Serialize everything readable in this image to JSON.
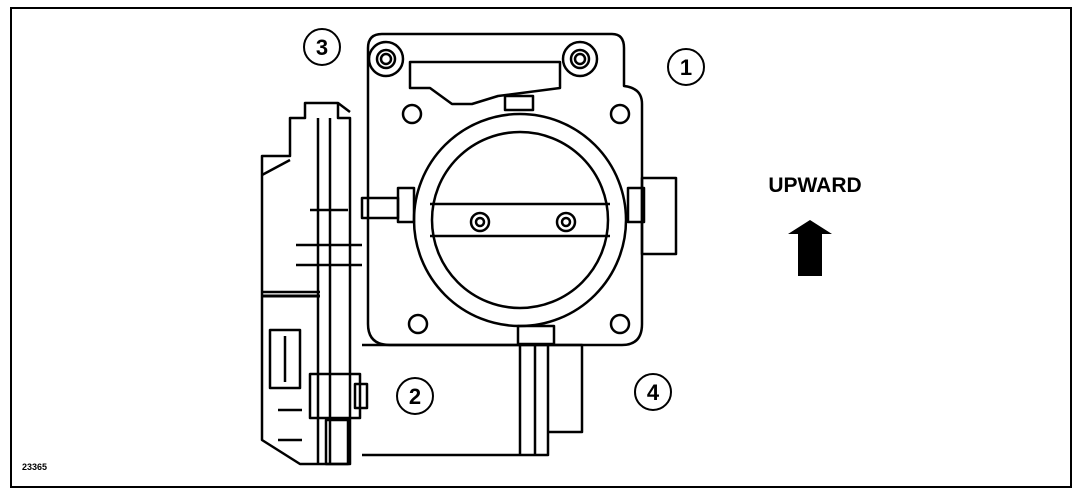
{
  "callouts": [
    "1",
    "2",
    "3",
    "4"
  ],
  "direction_label": "UPWARD",
  "reference": "23365",
  "colors": {
    "line": "#000000",
    "background": "#ffffff"
  }
}
